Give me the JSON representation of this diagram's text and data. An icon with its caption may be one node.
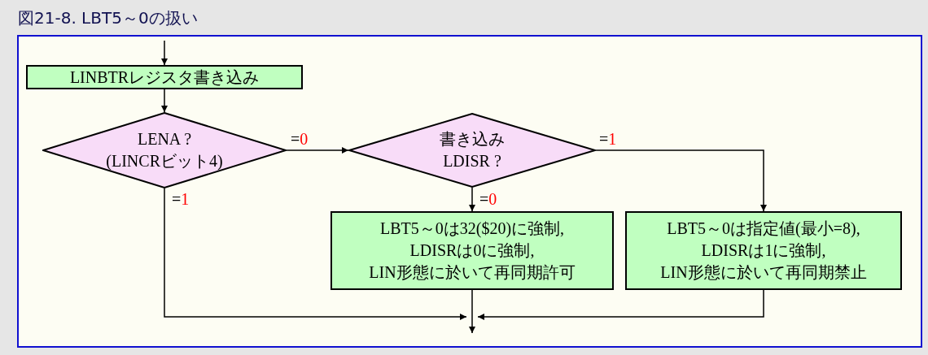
{
  "diagram": {
    "title": "図21-8. LBT5～0の扱い",
    "nodes": [
      {
        "text": [
          "LINBTRレジスタ書き込み"
        ]
      },
      {
        "text": [
          "LENA ? (LINCRビット4)"
        ]
      },
      {
        "text": [
          "書き込み LDISR ?"
        ]
      },
      {
        "text": [
          "LBT5～0は32($20)に強制, LDISRは0に強制, LIN形態に於いて再同期許可"
        ]
      },
      {
        "text": [
          "LBT5～0は指定値(最小=8), LDISRは1に強制, LIN形態に於いて再同期禁止"
        ]
      }
    ],
    "edges": [
      {
        "from": null,
        "to": 0,
        "arrow": "to"
      },
      {
        "from": 0,
        "to": 1,
        "arrow": "to"
      },
      {
        "from": 1,
        "to": 2,
        "arrow": "to",
        "label": "=0"
      },
      {
        "from": 2,
        "to": 3,
        "arrow": "to",
        "label": "=0"
      },
      {
        "from": 2,
        "to": 4,
        "arrow": "to",
        "label": "=1"
      },
      {
        "from": 1,
        "to": null,
        "arrow": "to",
        "label": "=1"
      },
      {
        "from": 3,
        "to": null,
        "arrow": "to"
      },
      {
        "from": 4,
        "to": null,
        "arrow": "to"
      }
    ]
  }
}
